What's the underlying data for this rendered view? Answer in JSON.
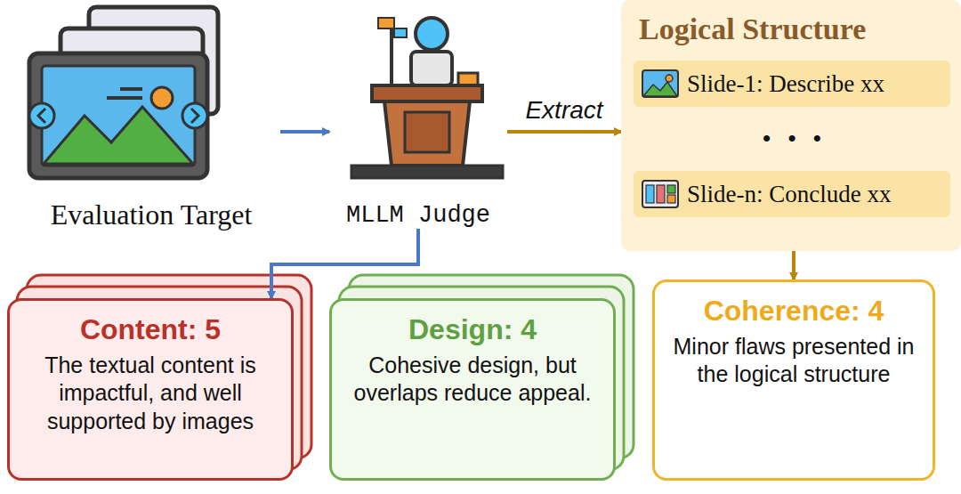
{
  "diagram": {
    "nodes": [
      {
        "text": [
          "Evaluation Target"
        ]
      },
      {
        "text": [
          "MLLM Judge"
        ]
      },
      {
        "text": [
          "Logical Structure"
        ]
      },
      {
        "text": [
          "Slide-1: Describe xx"
        ],
        "in": 2
      },
      {
        "text": [
          "Slide-n: Conclude xx"
        ],
        "in": 2
      },
      {
        "text": [
          "Content: 5",
          "The textual content is impactful, and well supported by images"
        ]
      },
      {
        "text": [
          "Design: 4",
          "Cohesive design, but overlaps reduce appeal."
        ]
      },
      {
        "text": [
          "Coherence: 4",
          "Minor flaws presented in the logical structure"
        ]
      }
    ],
    "edges": [
      {
        "from": 0,
        "to": 1,
        "arrow": "to"
      },
      {
        "from": 1,
        "to": 2,
        "arrow": "to",
        "label": "Extract"
      },
      {
        "from": 1,
        "to": 5,
        "arrow": "to"
      },
      {
        "from": 2,
        "to": 7,
        "arrow": "to"
      }
    ],
    "labels": [
      "• • •"
    ]
  }
}
